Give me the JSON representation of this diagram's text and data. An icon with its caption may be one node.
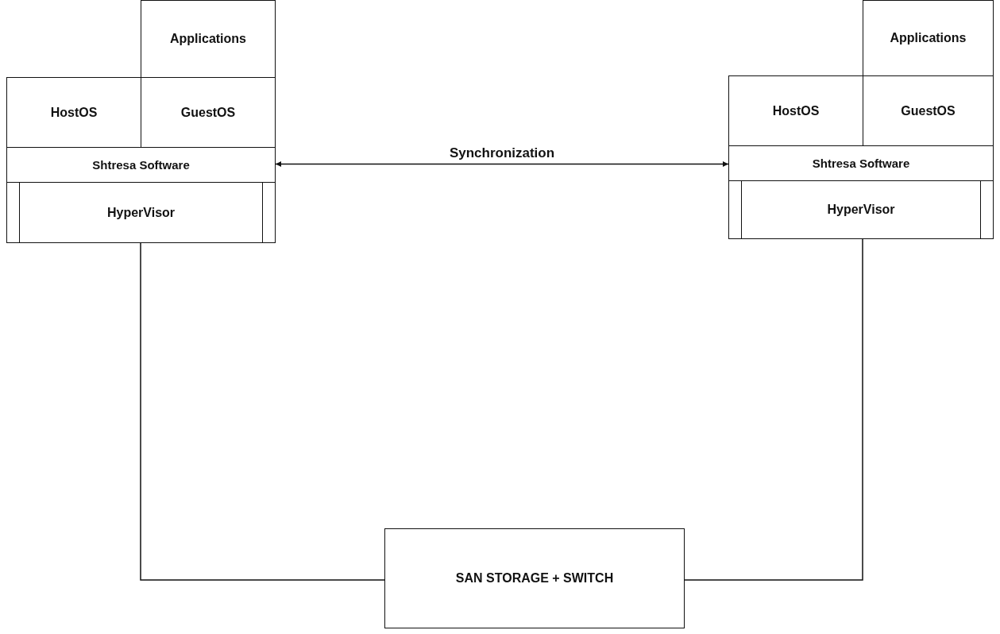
{
  "diagram": {
    "nodes": [
      {
        "text": [
          "Applications"
        ]
      },
      {
        "text": [
          "HostOS"
        ]
      },
      {
        "text": [
          "GuestOS"
        ]
      },
      {
        "text": [
          "Shtresa Software"
        ]
      },
      {
        "text": [
          "HyperVisor"
        ]
      },
      {
        "text": [
          "Applications"
        ]
      },
      {
        "text": [
          "HostOS"
        ]
      },
      {
        "text": [
          "GuestOS"
        ]
      },
      {
        "text": [
          "Shtresa Software"
        ]
      },
      {
        "text": [
          "HyperVisor"
        ]
      },
      {
        "text": [
          "SAN STORAGE + SWITCH"
        ]
      }
    ],
    "edges": [
      {
        "from": 3,
        "to": 8,
        "arrow": "both",
        "label": "Synchronization"
      },
      {
        "from": 4,
        "to": 10,
        "arrow": "none"
      },
      {
        "from": 9,
        "to": 10,
        "arrow": "none"
      }
    ]
  }
}
